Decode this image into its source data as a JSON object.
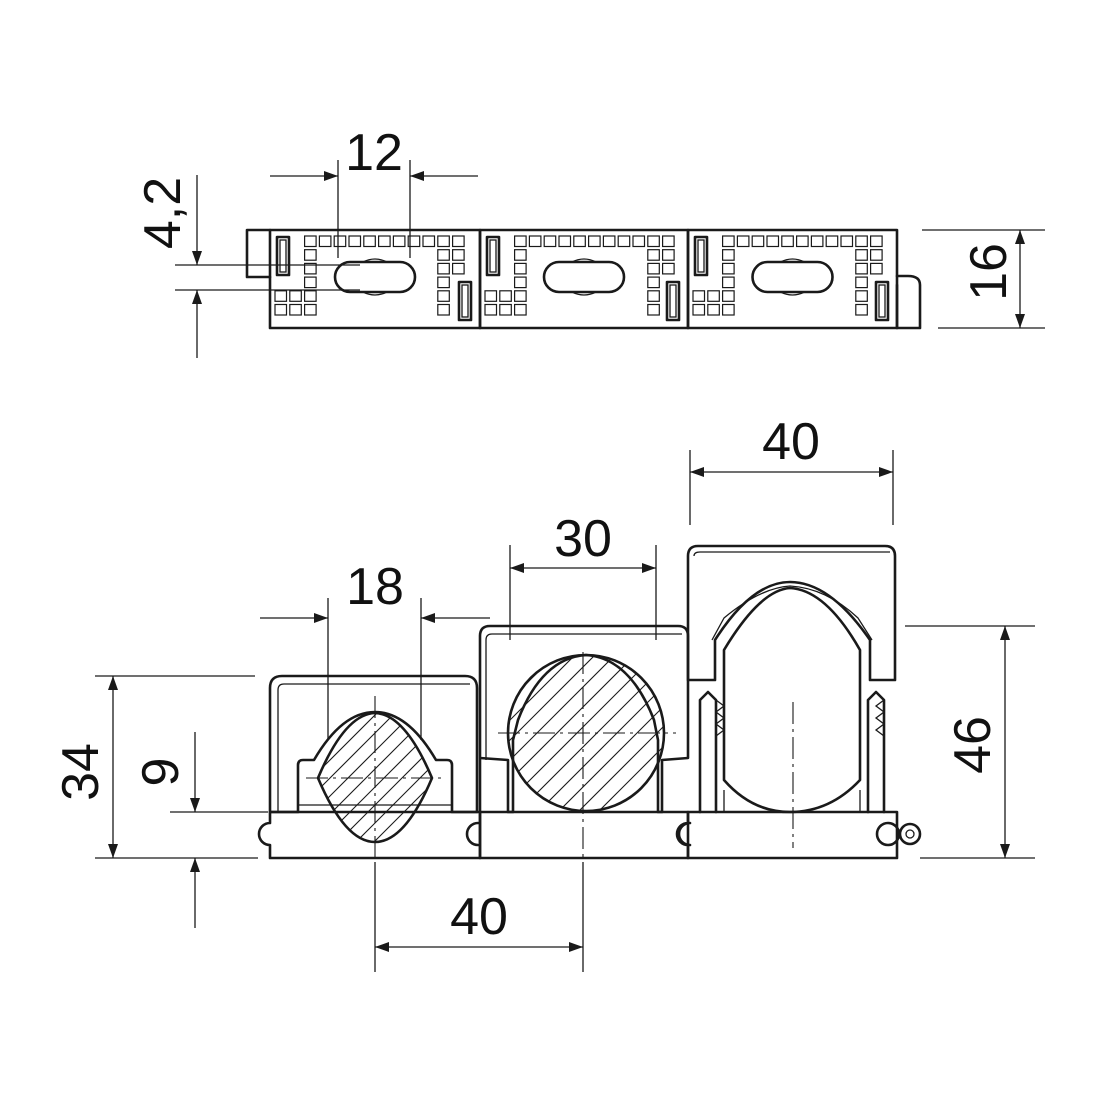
{
  "dimensions": {
    "top_slot_width": "12",
    "top_slot_offset": "4,2",
    "base_height": "16",
    "large_width": "40",
    "medium_width": "30",
    "small_width": "18",
    "small_height": "34",
    "base_clearance": "9",
    "pitch": "40",
    "large_height": "46"
  }
}
